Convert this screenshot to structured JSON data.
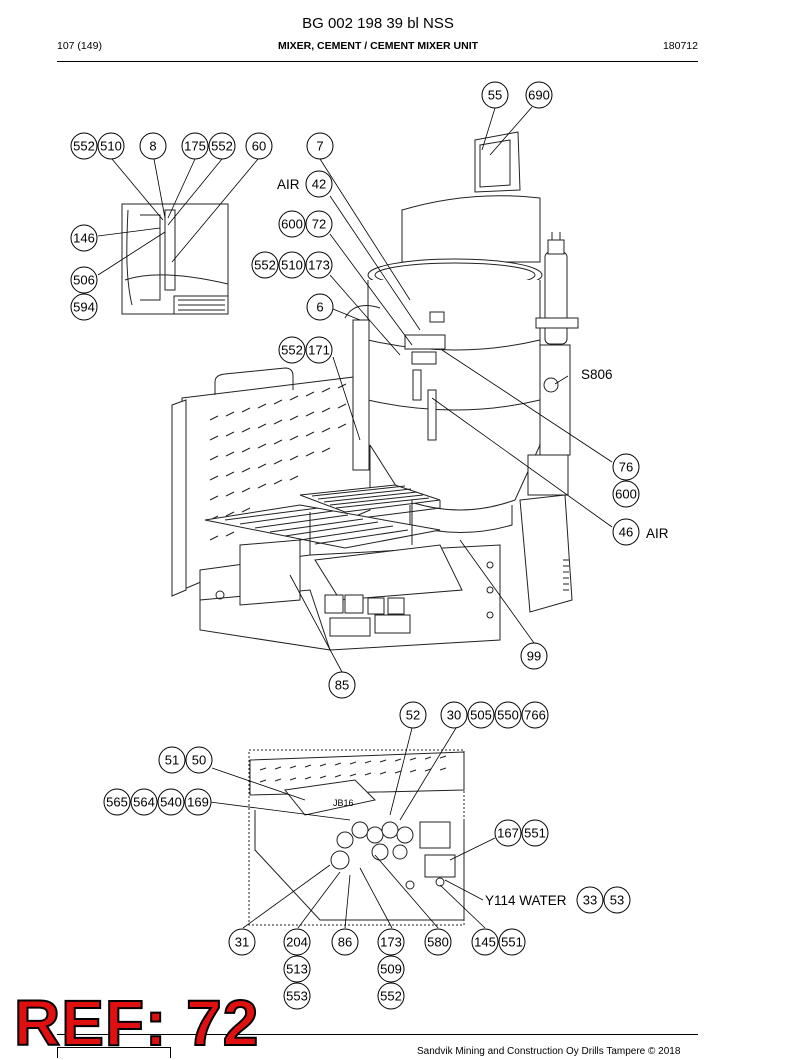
{
  "header": {
    "title": "BG 002 198 39 bl NSS",
    "page": "107 (149)",
    "section": "MIXER, CEMENT / CEMENT MIXER UNIT",
    "code": "180712"
  },
  "ref_label": "REF: 72",
  "footer": {
    "copyright": "Sandvik Mining and Construction Oy Drills Tampere © 2018"
  },
  "main_view": {
    "callouts": [
      {
        "id": "c-55",
        "label": "55"
      },
      {
        "id": "c-690",
        "label": "690"
      },
      {
        "id": "c-552a",
        "label": "552"
      },
      {
        "id": "c-510a",
        "label": "510"
      },
      {
        "id": "c-8",
        "label": "8"
      },
      {
        "id": "c-175",
        "label": "175"
      },
      {
        "id": "c-552b",
        "label": "552"
      },
      {
        "id": "c-60",
        "label": "60"
      },
      {
        "id": "c-7",
        "label": "7"
      },
      {
        "id": "c-42",
        "label": "42"
      },
      {
        "id": "c-146",
        "label": "146"
      },
      {
        "id": "c-600a",
        "label": "600"
      },
      {
        "id": "c-72",
        "label": "72"
      },
      {
        "id": "c-506",
        "label": "506"
      },
      {
        "id": "c-552c",
        "label": "552"
      },
      {
        "id": "c-510b",
        "label": "510"
      },
      {
        "id": "c-173a",
        "label": "173"
      },
      {
        "id": "c-594",
        "label": "594"
      },
      {
        "id": "c-6",
        "label": "6"
      },
      {
        "id": "c-552d",
        "label": "552"
      },
      {
        "id": "c-171",
        "label": "171"
      },
      {
        "id": "c-76",
        "label": "76"
      },
      {
        "id": "c-600b",
        "label": "600"
      },
      {
        "id": "c-46",
        "label": "46"
      },
      {
        "id": "c-99",
        "label": "99"
      },
      {
        "id": "c-85",
        "label": "85"
      }
    ],
    "annotations": {
      "air_top": "AIR",
      "s806": "S806",
      "air_right": "AIR"
    }
  },
  "detail_view": {
    "callouts": [
      {
        "id": "d-52",
        "label": "52"
      },
      {
        "id": "d-30",
        "label": "30"
      },
      {
        "id": "d-505",
        "label": "505"
      },
      {
        "id": "d-550",
        "label": "550"
      },
      {
        "id": "d-766",
        "label": "766"
      },
      {
        "id": "d-51",
        "label": "51"
      },
      {
        "id": "d-50",
        "label": "50"
      },
      {
        "id": "d-565",
        "label": "565"
      },
      {
        "id": "d-564",
        "label": "564"
      },
      {
        "id": "d-540",
        "label": "540"
      },
      {
        "id": "d-169",
        "label": "169"
      },
      {
        "id": "d-167",
        "label": "167"
      },
      {
        "id": "d-551a",
        "label": "551"
      },
      {
        "id": "d-33",
        "label": "33"
      },
      {
        "id": "d-53",
        "label": "53"
      },
      {
        "id": "d-31",
        "label": "31"
      },
      {
        "id": "d-204",
        "label": "204"
      },
      {
        "id": "d-86",
        "label": "86"
      },
      {
        "id": "d-173",
        "label": "173"
      },
      {
        "id": "d-580",
        "label": "580"
      },
      {
        "id": "d-145",
        "label": "145"
      },
      {
        "id": "d-551b",
        "label": "551"
      },
      {
        "id": "d-513",
        "label": "513"
      },
      {
        "id": "d-509",
        "label": "509"
      },
      {
        "id": "d-553",
        "label": "553"
      },
      {
        "id": "d-552",
        "label": "552"
      }
    ],
    "annotations": {
      "y114": "Y114 WATER",
      "valve_tag": "JB16"
    }
  }
}
